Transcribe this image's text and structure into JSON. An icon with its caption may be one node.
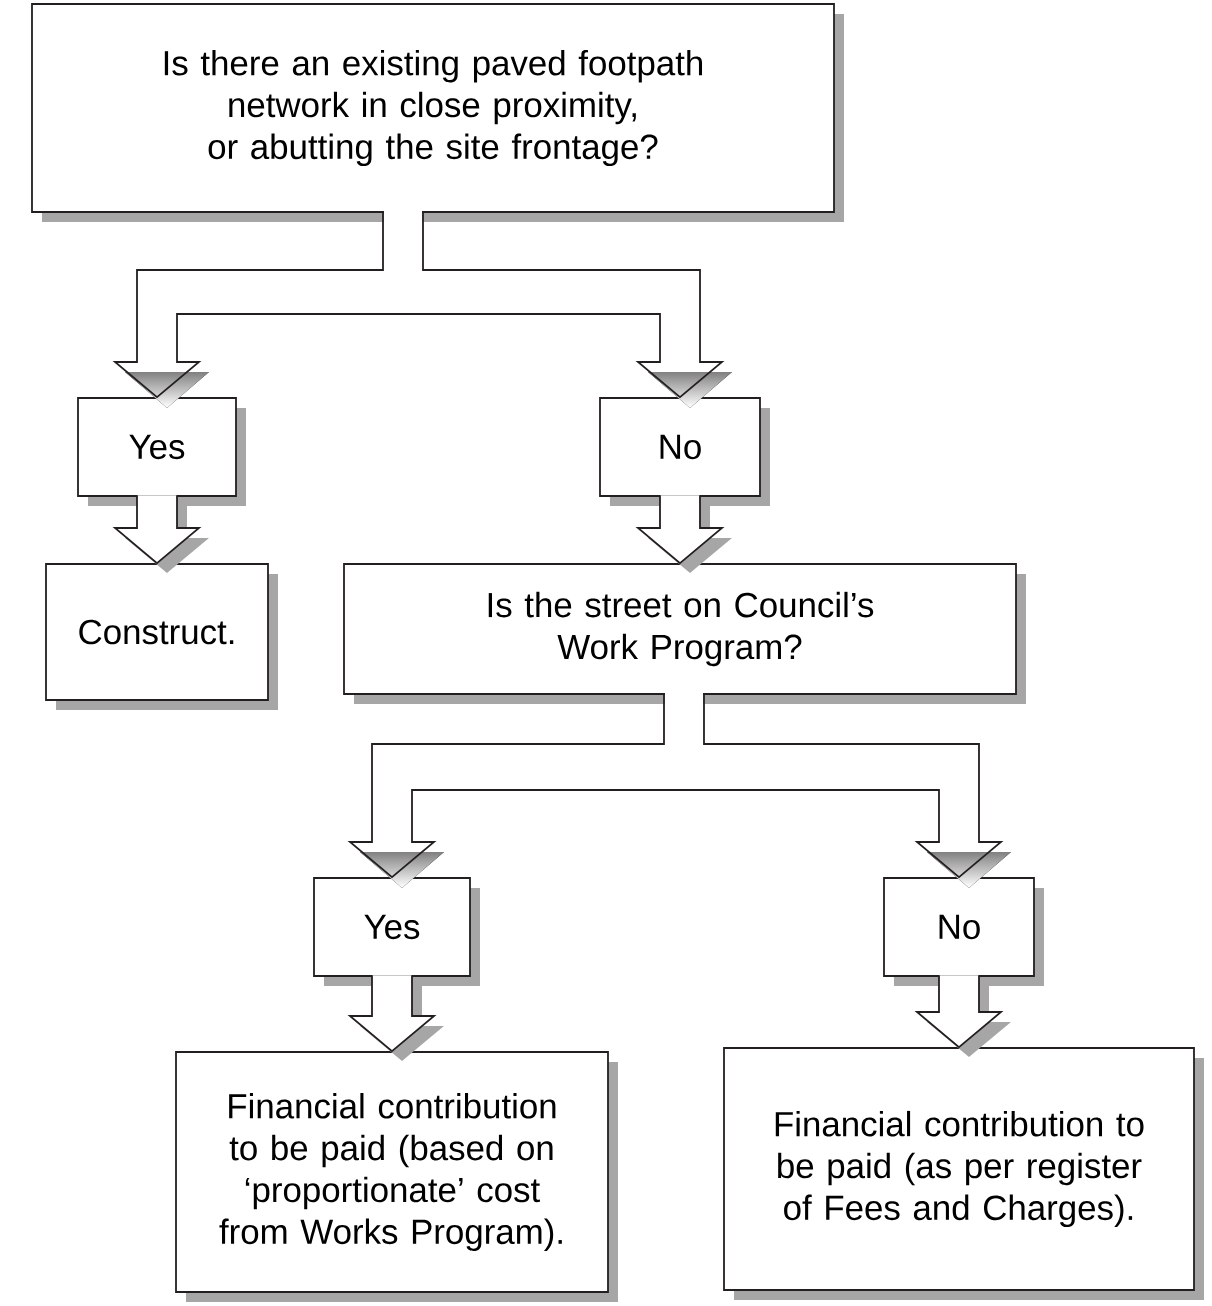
{
  "diagram": {
    "nodes": [
      {
        "text": [
          "Is there an existing paved footpath network in close proximity, or abutting the site frontage?"
        ]
      },
      {
        "text": [
          "Yes"
        ]
      },
      {
        "text": [
          "No"
        ]
      },
      {
        "text": [
          "Construct."
        ]
      },
      {
        "text": [
          "Is the street on Council’s Work Program?"
        ]
      },
      {
        "text": [
          "Yes"
        ]
      },
      {
        "text": [
          "No"
        ]
      },
      {
        "text": [
          "Financial contribution to be paid (based on ‘proportionate’ cost from Works Program)."
        ]
      },
      {
        "text": [
          "Financial contribution to be paid (as per register of Fees and Charges)."
        ]
      }
    ],
    "edges": [
      {
        "from": 0,
        "to": 1,
        "arrow": "to"
      },
      {
        "from": 0,
        "to": 2,
        "arrow": "to"
      },
      {
        "from": 1,
        "to": 3,
        "arrow": "to"
      },
      {
        "from": 2,
        "to": 4,
        "arrow": "to"
      },
      {
        "from": 4,
        "to": 5,
        "arrow": "to"
      },
      {
        "from": 4,
        "to": 6,
        "arrow": "to"
      },
      {
        "from": 5,
        "to": 7,
        "arrow": "to"
      },
      {
        "from": 6,
        "to": 8,
        "arrow": "to"
      }
    ]
  }
}
